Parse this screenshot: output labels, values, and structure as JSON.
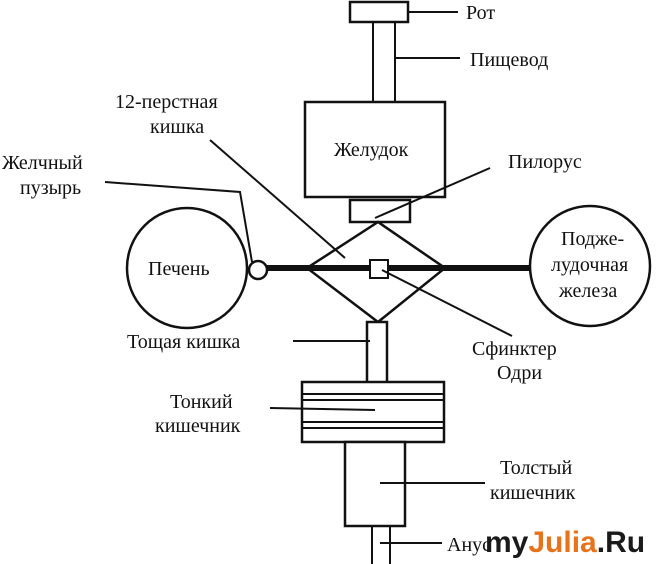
{
  "labels": {
    "mouth": "Рот",
    "esophagus": "Пищевод",
    "duodenum_1": "12-перстная",
    "duodenum_2": "кишка",
    "stomach": "Желудок",
    "gallbladder_1": "Желчный",
    "gallbladder_2": "пузырь",
    "pylorus": "Пилорус",
    "liver": "Печень",
    "pancreas_1": "Подже-",
    "pancreas_2": "лудочная",
    "pancreas_3": "железа",
    "jejunum": "Тощая кишка",
    "oddi_1": "Сфинктер",
    "oddi_2": "Одри",
    "small_int_1": "Тонкий",
    "small_int_2": "кишечник",
    "large_int_1": "Толстый",
    "large_int_2": "кишечник",
    "anus": "Анус"
  },
  "watermark": {
    "part1": "my",
    "part2": "Julia",
    "part3": ".Ru",
    "color_dark": "#1a1a1a",
    "color_accent": "#e8731a"
  }
}
